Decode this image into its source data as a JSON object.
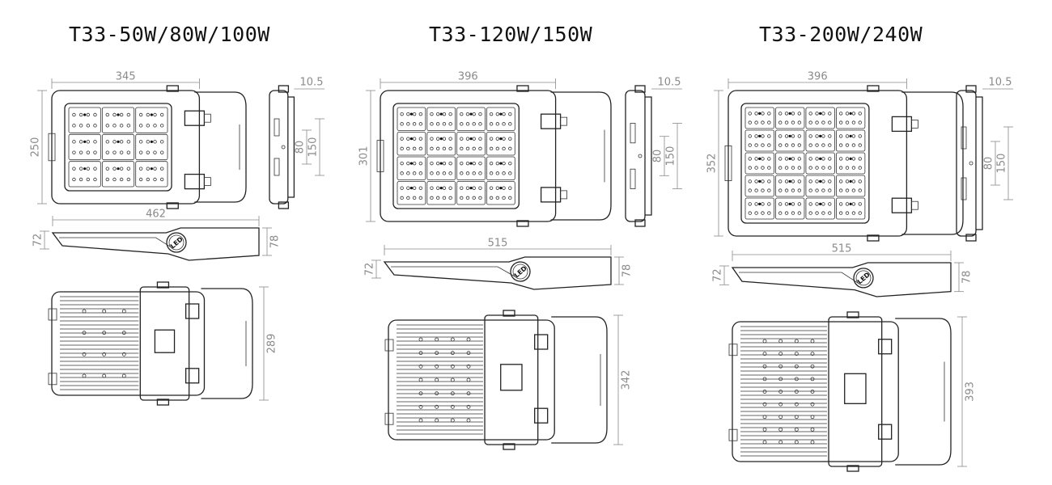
{
  "models": [
    {
      "title": "T33-50W/80W/100W",
      "dims": {
        "top_width": "345",
        "top_height": "250",
        "side_offset": "10.5",
        "side_inner": "80",
        "side_outer": "150",
        "profile_length": "462",
        "profile_left": "72",
        "profile_right": "78",
        "bottom_height": "289"
      },
      "module_cols": 3,
      "module_rows": 3,
      "fin_rows": 4,
      "fin_cols": 3
    },
    {
      "title": "T33-120W/150W",
      "dims": {
        "top_width": "396",
        "top_height": "301",
        "side_offset": "10.5",
        "side_inner": "80",
        "side_outer": "150",
        "profile_length": "515",
        "profile_left": "72",
        "profile_right": "78",
        "bottom_height": "342"
      },
      "module_cols": 4,
      "module_rows": 4,
      "fin_rows": 7,
      "fin_cols": 4
    },
    {
      "title": "T33-200W/240W",
      "dims": {
        "top_width": "396",
        "top_height": "352",
        "side_offset": "10.5",
        "side_inner": "80",
        "side_outer": "150",
        "profile_length": "515",
        "profile_left": "72",
        "profile_right": "78",
        "bottom_height": "393"
      },
      "module_cols": 4,
      "module_rows": 5,
      "fin_rows": 9,
      "fin_cols": 4
    }
  ],
  "led_badge": "LED"
}
